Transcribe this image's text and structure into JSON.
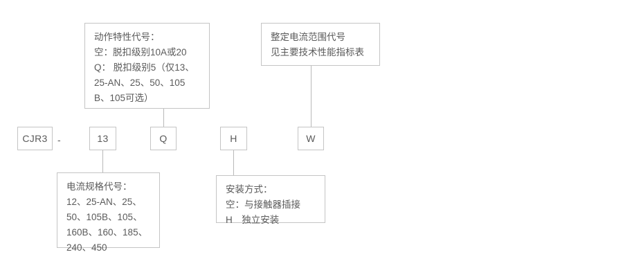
{
  "diagram": {
    "title": "CJR3 型号命名规则图",
    "colors": {
      "border": "#c4c4c4",
      "text": "#5a5a5a",
      "connector": "#b9b9b9",
      "background": "#ffffff"
    },
    "code_row": {
      "separator": "-",
      "items": [
        {
          "id": "series",
          "label": "CJR3"
        },
        {
          "id": "current-spec",
          "label": "13"
        },
        {
          "id": "action-characteristic",
          "label": "Q"
        },
        {
          "id": "mounting",
          "label": "H"
        },
        {
          "id": "setting-current-range",
          "label": "W"
        }
      ]
    },
    "callouts": {
      "action_characteristic": {
        "heading": "动作特性代号：",
        "lines": [
          "空：脱扣级别10A或20",
          "Q： 脱扣级别5（仅13、",
          "25-AN、25、50、105",
          "B、105可选）"
        ],
        "text": "动作特性代号：\n空：脱扣级别10A或20\nQ： 脱扣级别5（仅13、\n25-AN、25、50、105\nB、105可选）"
      },
      "setting_current_range": {
        "heading": "整定电流范围代号",
        "lines": [
          "见主要技术性能指标表"
        ],
        "text": "整定电流范围代号\n见主要技术性能指标表"
      },
      "current_spec": {
        "heading": "电流规格代号：",
        "lines": [
          "12、25-AN、25、",
          "50、105B、105、",
          "160B、160、185、",
          "240、450"
        ],
        "text": "电流规格代号：\n12、25-AN、25、\n50、105B、105、\n160B、160、185、\n240、450"
      },
      "mounting_method": {
        "heading": "安装方式：",
        "lines": [
          "空：与接触器插接",
          "H　独立安装"
        ],
        "text": "安装方式：\n空：与接触器插接\nH　独立安装"
      }
    }
  }
}
